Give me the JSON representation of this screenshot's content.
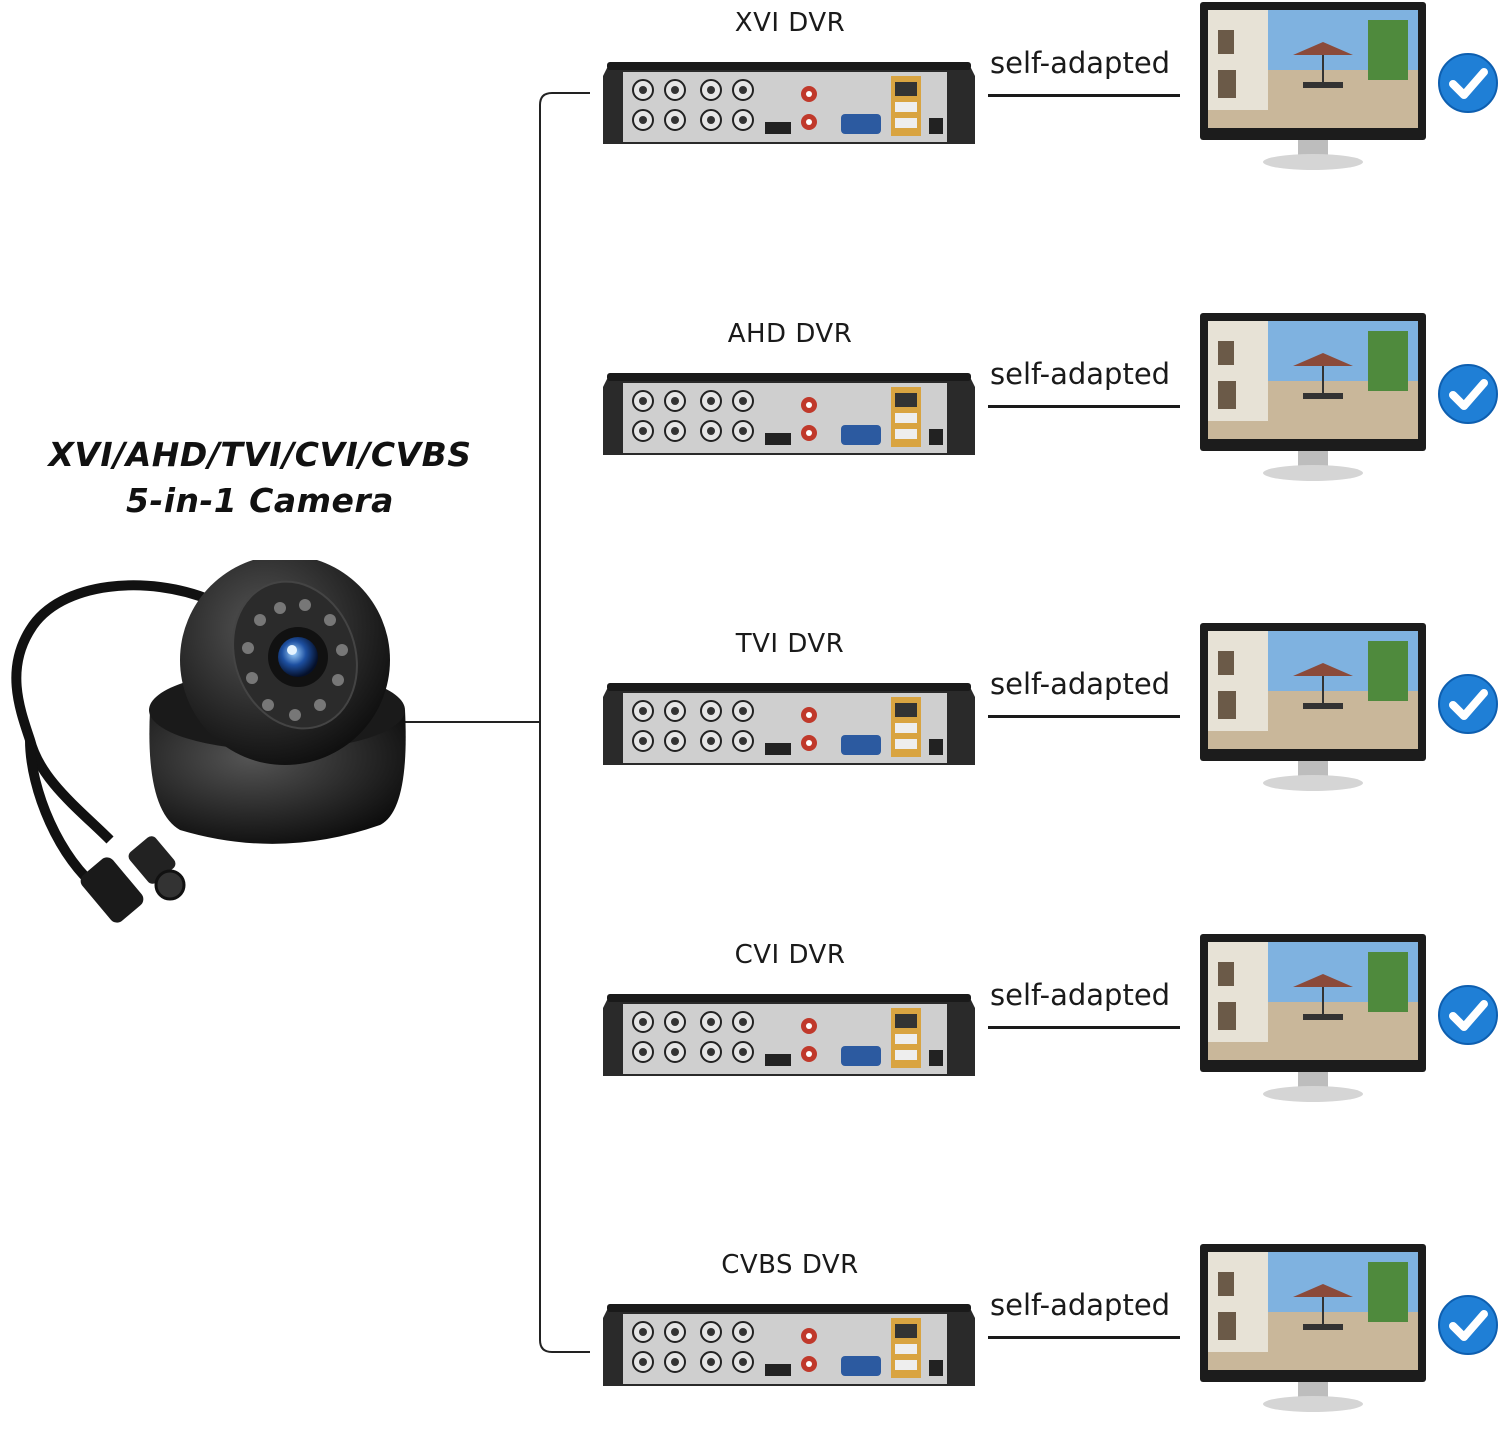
{
  "camera": {
    "title_line1": "XVI/AHD/TVI/CVI/CVBS",
    "title_line2": "5-in-1 Camera"
  },
  "dvr_rows": [
    {
      "label": "XVI DVR",
      "status": "self-adapted"
    },
    {
      "label": "AHD DVR",
      "status": "self-adapted"
    },
    {
      "label": "TVI DVR",
      "status": "self-adapted"
    },
    {
      "label": "CVI DVR",
      "status": "self-adapted"
    },
    {
      "label": "CVBS DVR",
      "status": "self-adapted"
    }
  ],
  "colors": {
    "check_blue": "#1f7fd6",
    "dvr_body": "#2a2a2a",
    "dvr_panel": "#c9c9c9",
    "monitor_frame": "#1c1c1c"
  },
  "icons": [
    "dome-camera-icon",
    "dvr-recorder-icon",
    "monitor-icon",
    "checkmark-icon"
  ]
}
